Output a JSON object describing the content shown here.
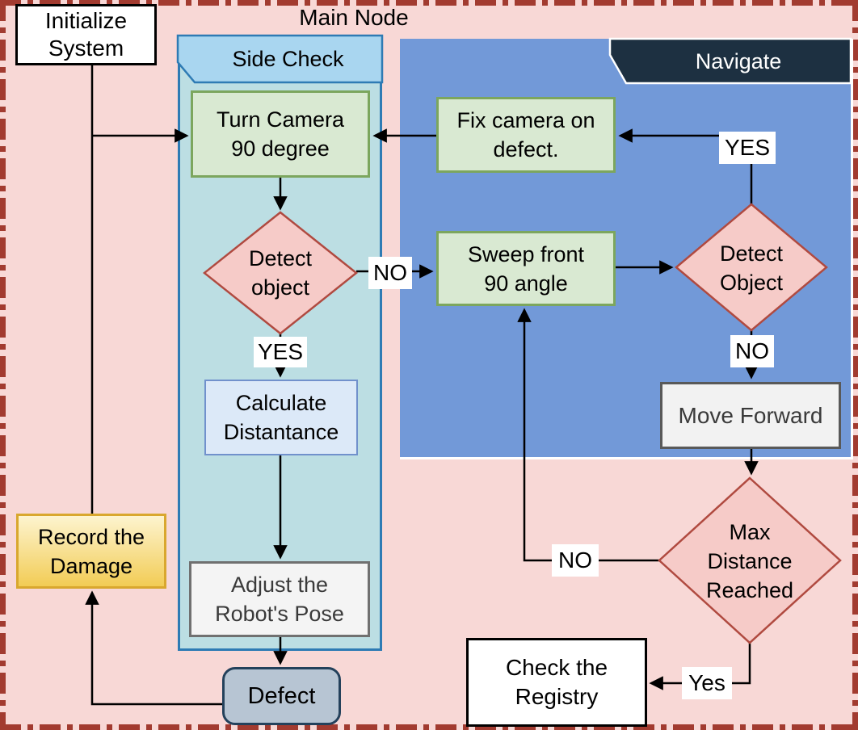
{
  "title": "Main Node",
  "containers": {
    "side_check": {
      "label": "Side Check"
    },
    "navigate": {
      "label": "Navigate"
    }
  },
  "nodes": {
    "initialize_system": {
      "lines": [
        "Initialize",
        "System"
      ]
    },
    "turn_camera": {
      "lines": [
        "Turn Camera",
        "90 degree"
      ]
    },
    "detect_object_side": {
      "lines": [
        "Detect",
        "object"
      ]
    },
    "calculate_distance": {
      "lines": [
        "Calculate",
        "Distantance"
      ]
    },
    "adjust_pose": {
      "lines": [
        "Adjust the",
        "Robot's Pose"
      ]
    },
    "defect": {
      "lines": [
        "Defect"
      ]
    },
    "record_damage": {
      "lines": [
        "Record the",
        "Damage"
      ]
    },
    "fix_camera": {
      "lines": [
        "Fix camera on",
        "defect."
      ]
    },
    "sweep_front": {
      "lines": [
        "Sweep front",
        "90 angle"
      ]
    },
    "detect_object_nav": {
      "lines": [
        "Detect",
        "Object"
      ]
    },
    "move_forward": {
      "lines": [
        "Move Forward"
      ]
    },
    "max_distance": {
      "lines": [
        "Max",
        "Distance",
        "Reached"
      ]
    },
    "check_registry": {
      "lines": [
        "Check the",
        "Registry"
      ]
    }
  },
  "edge_labels": {
    "side_yes": "YES",
    "side_no": "NO",
    "nav_yes": "YES",
    "nav_no": "NO",
    "max_no": "NO",
    "max_yes": "Yes"
  },
  "colors": {
    "canvas_bg": "#f8d8d6",
    "frame_border": "#a23b30",
    "side_check_fill": "#bcdee3",
    "side_check_border": "#2e7bb4",
    "side_tab_fill": "#a9d6f0",
    "navigate_fill": "#7299d8",
    "navigate_tab_fill": "#1d3041",
    "process_green_fill": "#d9e9d2",
    "process_green_border": "#7ca65e",
    "decision_fill": "#f6cbc8",
    "decision_border": "#b04a40",
    "calc_fill": "#dce9f8",
    "calc_border": "#7191cc",
    "gray_fill": "#f4f4f4",
    "gray_border": "#707070",
    "record_fill_top": "#fdf4cf",
    "record_fill_bottom": "#f2cc55",
    "record_border": "#d9a72e",
    "defect_fill": "#b7c5d3",
    "defect_border": "#24415b",
    "arrow_color": "#000000"
  }
}
